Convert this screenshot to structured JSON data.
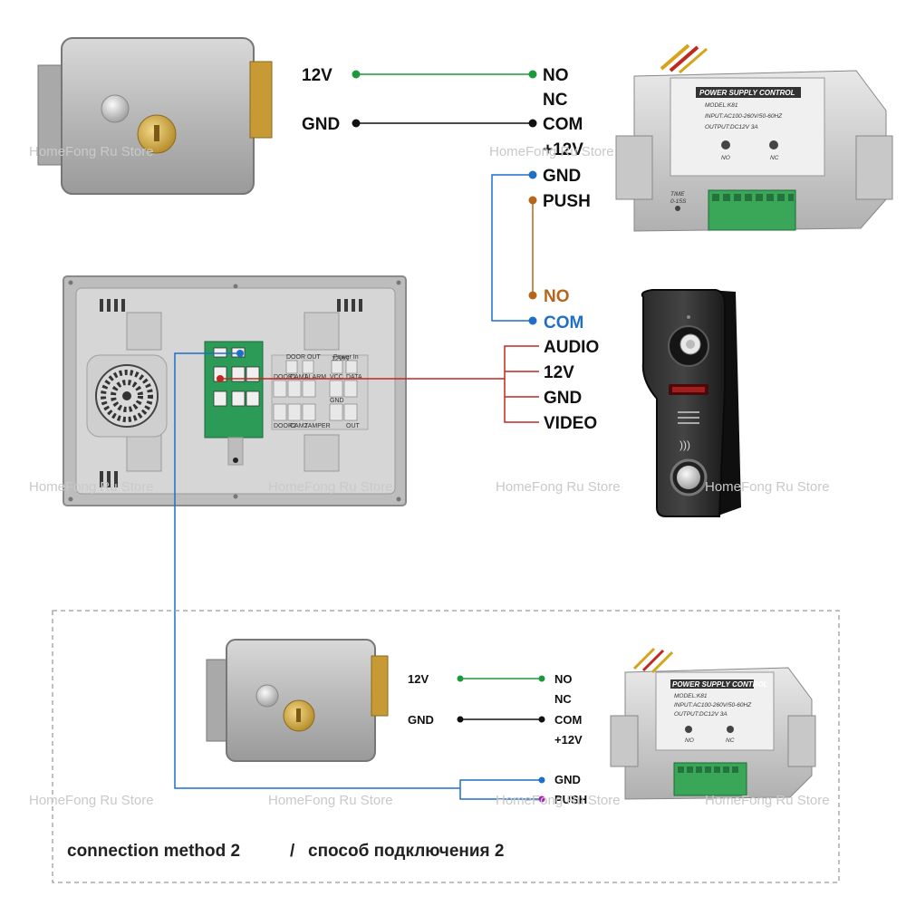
{
  "top_wiring": {
    "lock_left_labels": [
      "12V",
      "GND"
    ],
    "psu_terminals": [
      "NO",
      "NC",
      "COM",
      "+12V",
      "GND",
      "PUSH"
    ],
    "outdoor_relay": [
      "NO",
      "COM"
    ],
    "camera_terminals": [
      "AUDIO",
      "12V",
      "GND",
      "VIDEO"
    ]
  },
  "bottom_wiring": {
    "lock_left_labels": [
      "12V",
      "GND"
    ],
    "psu_terminals": [
      "NO",
      "NC",
      "COM",
      "+12V",
      "GND",
      "PUSH"
    ]
  },
  "power_supply": {
    "title": "POWER SUPPLY CONTROL",
    "model": "MODEL:K81",
    "input": "INPUT:AC100-260V/50-60HZ",
    "output": "OUTPUT:DC12V 3A",
    "no_label": "NO",
    "nc_label": "NC",
    "time_label": "TIME",
    "time_range": "0-15S"
  },
  "monitor_back": {
    "labels": [
      "DOOR1",
      "CAM1",
      "ALARM",
      "DOOR2",
      "CAM2",
      "TAMPER",
      "VCC",
      "DATA",
      "GND",
      "IN",
      "OUT",
      "12V",
      "DOOR OUT",
      "Power In"
    ]
  },
  "watermark": "HomeFong Ru Store",
  "caption": {
    "method": "connection method 2",
    "separator": "/",
    "method_ru": "способ подключения 2"
  },
  "colors": {
    "green": "#1a9a3a",
    "black": "#111111",
    "blue": "#1f6fc7",
    "orange": "#b8651c",
    "red": "#c0281e",
    "magenta": "#b01fb5",
    "dash": "#aaaaaa"
  }
}
